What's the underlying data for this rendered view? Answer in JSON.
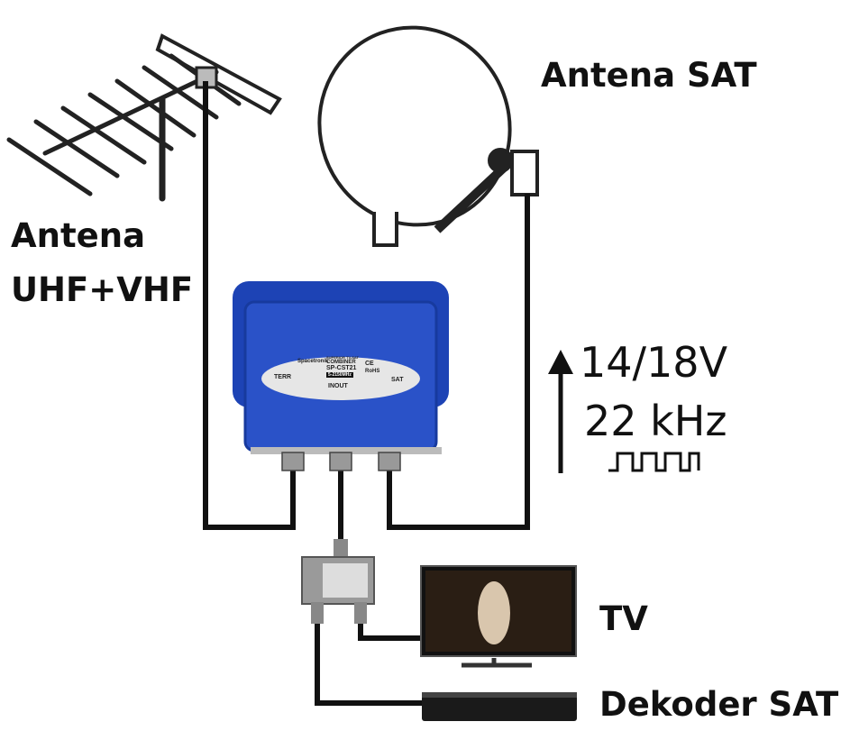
{
  "labels": {
    "sat_antenna": "Antena SAT",
    "terr_antenna_line1": "Antena",
    "terr_antenna_line2": "UHF+VHF",
    "voltage": "14/18V",
    "frequency": "22 kHz",
    "tv": "TV",
    "decoder": "Dekoder SAT"
  },
  "device": {
    "brand": "Spacetronik",
    "type_line1": "SUPERIOR TV-SAT",
    "type_line2": "COMBINER",
    "model": "SP-CST21",
    "freq_range": "5-2150MHz",
    "cert": "CE",
    "rohs": "RoHS",
    "port_terr": "TERR",
    "port_inout": "INOUT",
    "port_sat": "SAT"
  },
  "colors": {
    "combiner": "#2a4fc0",
    "cable": "#111111",
    "splitter": "#9a9a9a"
  }
}
